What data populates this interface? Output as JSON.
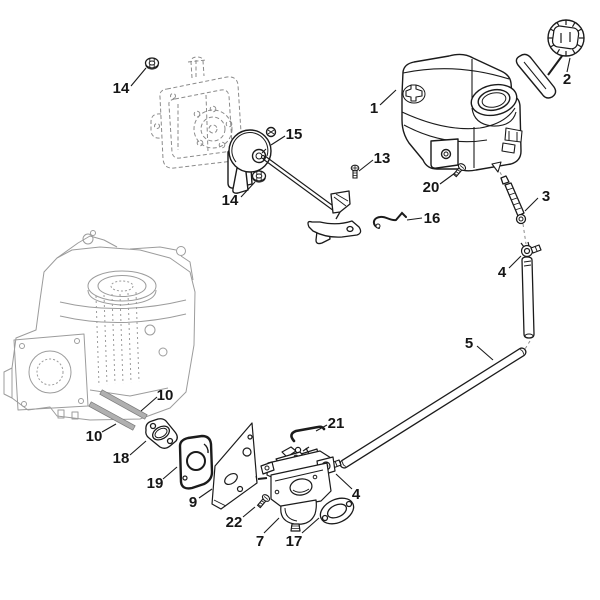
{
  "diagram": {
    "kind": "exploded-parts-diagram",
    "background": "#ffffff",
    "ink_color": "#1b1b1b",
    "reference_color": "#9c9c9c",
    "stud_color": "#b0b0b0",
    "callouts": {
      "c1": "1",
      "c2": "2",
      "c3": "3",
      "c4_top": "4",
      "c4_bottom": "4",
      "c5": "5",
      "c7": "7",
      "c9": "9",
      "c10_right": "10",
      "c10_left": "10",
      "c13": "13",
      "c14_top": "14",
      "c14_mid": "14",
      "c15": "15",
      "c16": "16",
      "c17": "17",
      "c18": "18",
      "c19": "19",
      "c20": "20",
      "c21": "21",
      "c22": "22"
    }
  }
}
